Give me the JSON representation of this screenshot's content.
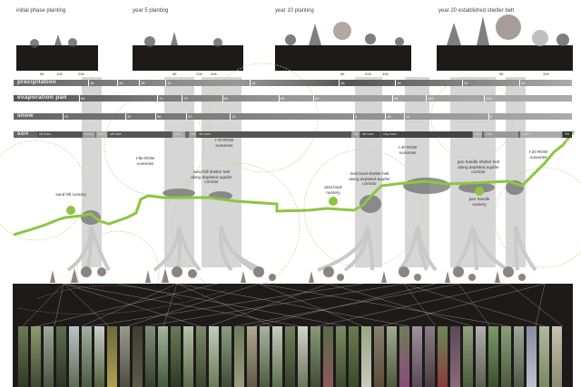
{
  "panels": [
    {
      "title": "initial phase planting",
      "ticks": [
        "5ft",
        "10ft",
        "20ft"
      ]
    },
    {
      "title": "year 5 planting",
      "ticks": [
        "5ft",
        "20ft",
        "30ft"
      ]
    },
    {
      "title": "year 10 planting",
      "ticks": [
        "5ft",
        "20ft",
        "30ft"
      ]
    },
    {
      "title": "year 20 established shelter belt",
      "ticks": [
        "5ft",
        "30ft"
      ]
    }
  ],
  "bars": {
    "precipitation": {
      "label": "precipitation",
      "values": [
        "16",
        "16",
        "16",
        "15",
        "15",
        "16",
        "16",
        "15",
        "15"
      ]
    },
    "evaporation": {
      "label": "evaporation pan",
      "values": [
        "60",
        "70",
        "75",
        "80",
        "85",
        "90",
        "95",
        "100",
        "100"
      ]
    },
    "snow": {
      "label": "snow",
      "values": [
        "32",
        "32",
        "56",
        "32",
        "16",
        "8",
        "16",
        "16",
        "8"
      ]
    },
    "soil": {
      "label": "soil",
      "segments": [
        "silt loam",
        "sandy",
        "loam",
        "silt loam",
        "sand",
        "silty",
        "silt loam",
        "silty",
        "silt loam",
        "clay loam",
        "sand",
        "loam",
        "loam",
        "Silt loam"
      ]
    }
  },
  "annotations": {
    "sand_hill_nursery": "sand hill nursery",
    "i80": "I-80 ROW nurseries",
    "i70": "I-70 ROW nurseries",
    "sand_hill_belt": "sand hill shelter belt along depleted aquifer corridor",
    "dust_bowl_nursery": "dust bowl nursery",
    "dust_bowl_belt": "dust bowl shelter belt along depleted aquifer corridor",
    "i40": "I-40 ROW nurseries",
    "pan_handle_belt": "pan handle shelter belt along depleted aquifer corridor",
    "pan_handle_nursery": "pan handle nursery",
    "i20": "I-20 ROW nurseries"
  },
  "colors": {
    "green": "#8cc63f",
    "dark": "#1e1a19",
    "grey": "#cfcfcf"
  }
}
